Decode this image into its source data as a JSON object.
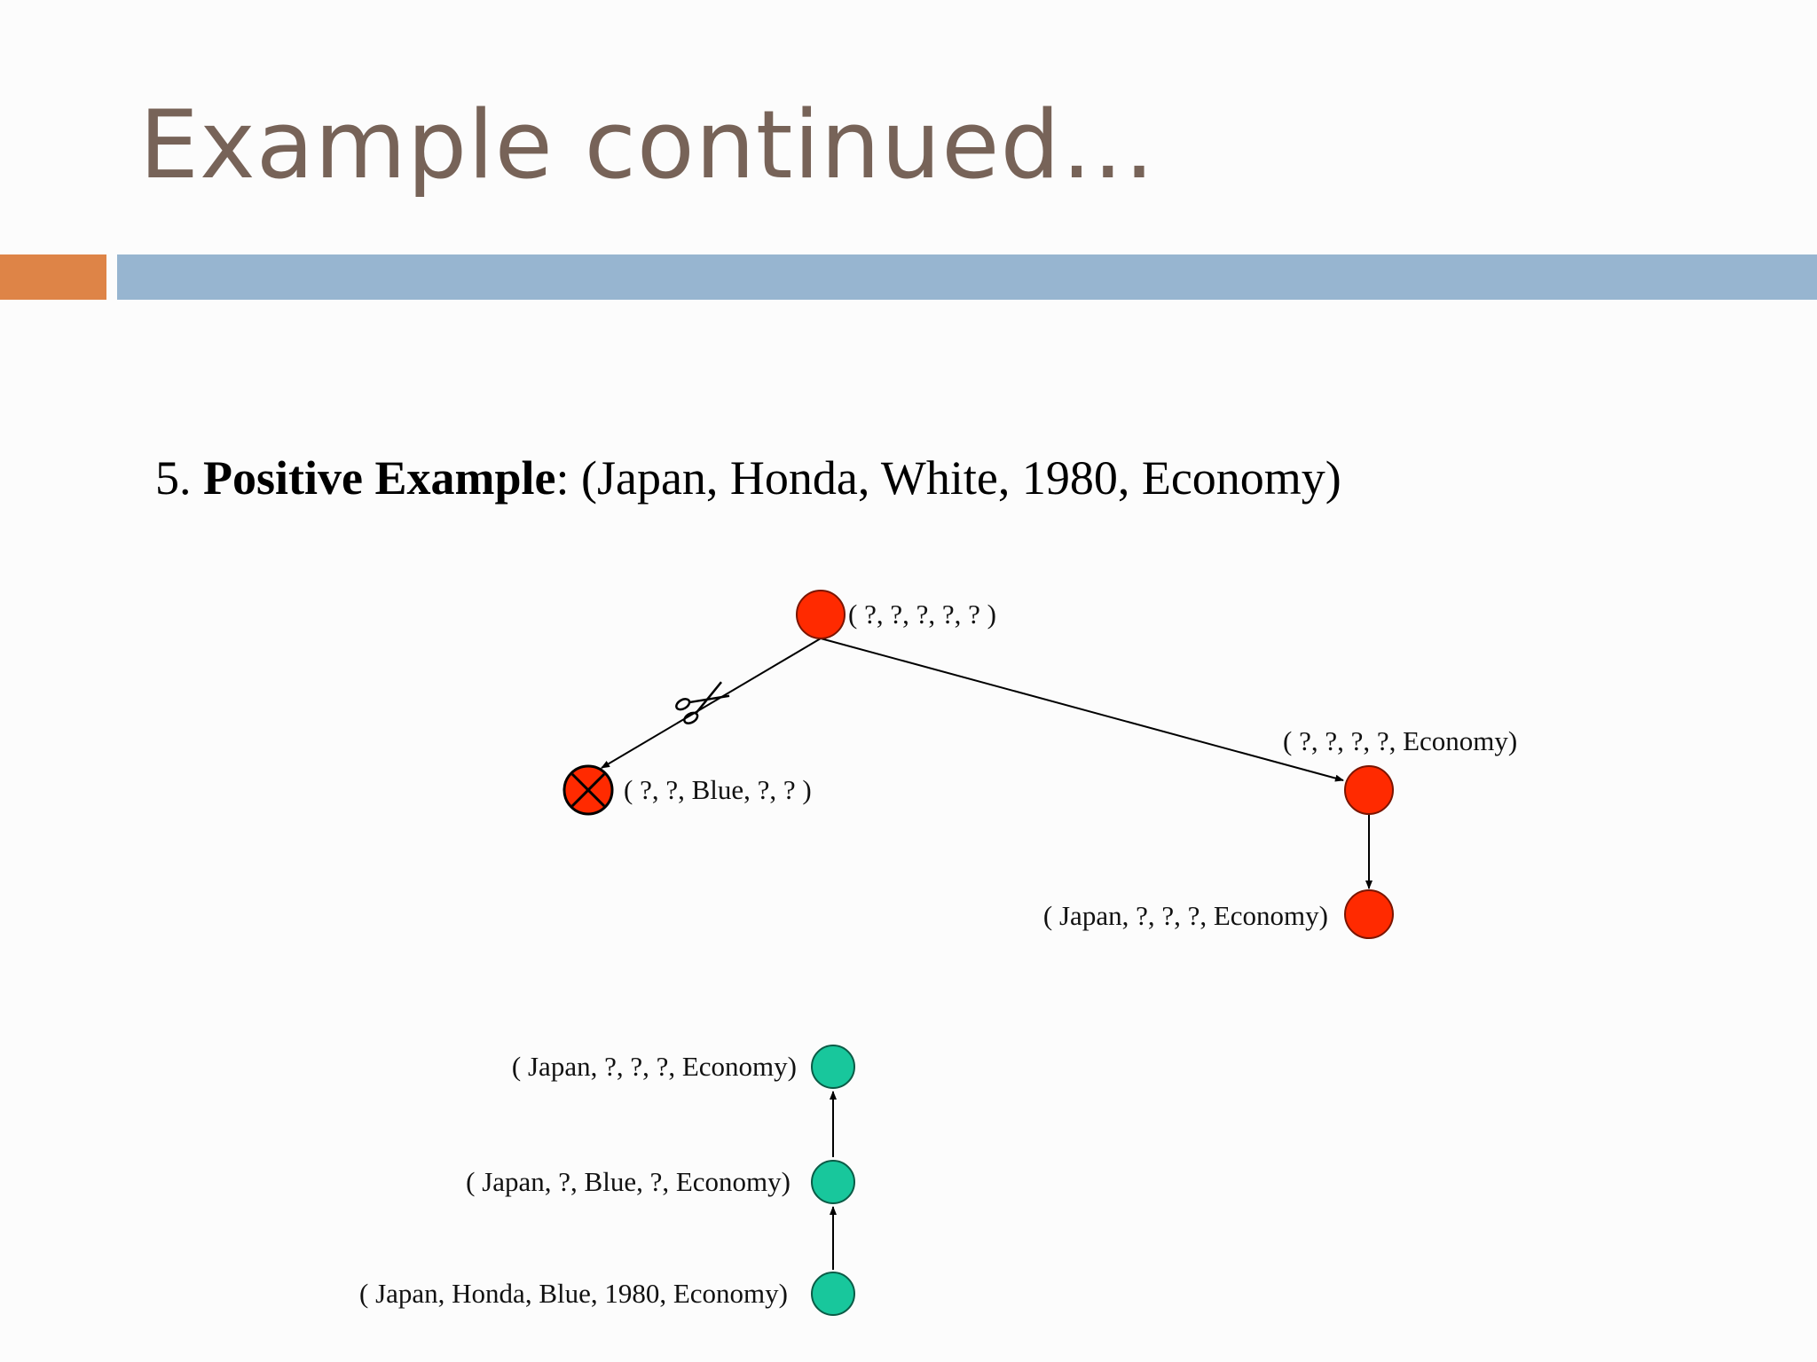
{
  "slide": {
    "title": "Example continued…",
    "example": {
      "number": "5.",
      "label": "Positive Example",
      "separator": ":",
      "value": "(Japan, Honda, White, 1980, Economy)"
    }
  },
  "colors": {
    "title": "#776358",
    "accent_orange": "#de8447",
    "accent_blue": "#97b5d0",
    "general_node": "#ff2a00",
    "specific_node": "#18c79c"
  },
  "general_tree": {
    "nodes": [
      {
        "id": "root",
        "label": "( ?, ?, ?, ?, ? )",
        "state": "active"
      },
      {
        "id": "blue",
        "label": "( ?, ?, Blue, ?, ? )",
        "state": "eliminated"
      },
      {
        "id": "economy",
        "label": "( ?, ?, ?, ?, Economy)",
        "state": "active"
      },
      {
        "id": "japan-economy",
        "label": "( Japan, ?, ?, ?, Economy)",
        "state": "active"
      }
    ],
    "edges": [
      {
        "from": "root",
        "to": "blue",
        "cut": true
      },
      {
        "from": "root",
        "to": "economy",
        "cut": false
      },
      {
        "from": "economy",
        "to": "japan-economy",
        "cut": false
      }
    ]
  },
  "specific_chain": {
    "nodes": [
      {
        "id": "s1",
        "label": "( Japan, ?, ?, ?, Economy)"
      },
      {
        "id": "s2",
        "label": "( Japan, ?, Blue, ?, Economy)"
      },
      {
        "id": "s3",
        "label": "( Japan, Honda, Blue, 1980, Economy)"
      }
    ],
    "edges": [
      {
        "from": "s3",
        "to": "s2"
      },
      {
        "from": "s2",
        "to": "s1"
      }
    ]
  }
}
